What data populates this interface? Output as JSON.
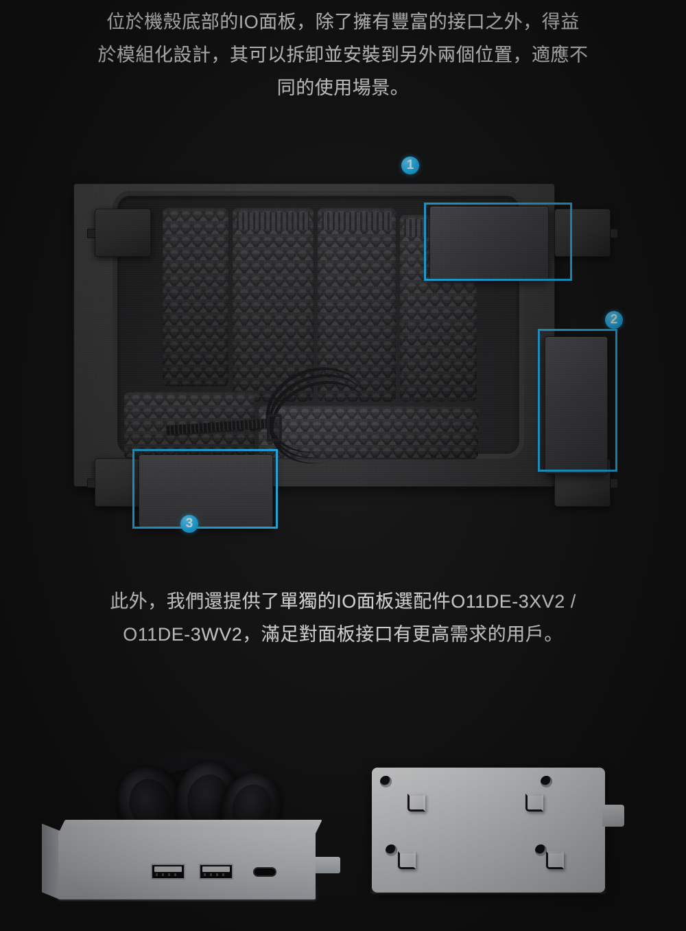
{
  "page": {
    "background_color": "#151515",
    "accent_color": "#1fb3ef",
    "text_color": "#f2f2f2"
  },
  "caption_top": {
    "lines": [
      "位於機殼底部的IO面板，除了擁有豐富的接口之外，得益",
      "於模組化設計，其可以拆卸並安裝到另外兩個位置，適應不",
      "同的使用場景。"
    ]
  },
  "caption_bottom": {
    "lines": [
      "此外，我們還提供了單獨的IO面板選配件O11DE-3XV2 /",
      "O11DE-3WV2，滿足對面板接口有更高需求的用戶。"
    ]
  },
  "hero": {
    "alt": "PC case bottom panel showing modular IO panel mounting positions",
    "callouts": [
      {
        "number": "1",
        "label": "io-position-top-right"
      },
      {
        "number": "2",
        "label": "io-position-right-side"
      },
      {
        "number": "3",
        "label": "io-position-bottom-left"
      }
    ]
  },
  "products": {
    "left": {
      "name": "io-panel-front-view",
      "ports": [
        {
          "type": "usb-a",
          "name": "usb-a-port-1"
        },
        {
          "type": "usb-a",
          "name": "usb-a-port-2"
        },
        {
          "type": "usb-c",
          "name": "usb-c-port"
        }
      ],
      "accessory": "headphones"
    },
    "right": {
      "name": "io-panel-back-plate",
      "features": [
        "screw-hole",
        "screw-hole",
        "screw-hole",
        "screw-hole",
        "mount-hook",
        "mount-hook",
        "mount-hook",
        "mount-hook",
        "side-tab"
      ]
    }
  }
}
